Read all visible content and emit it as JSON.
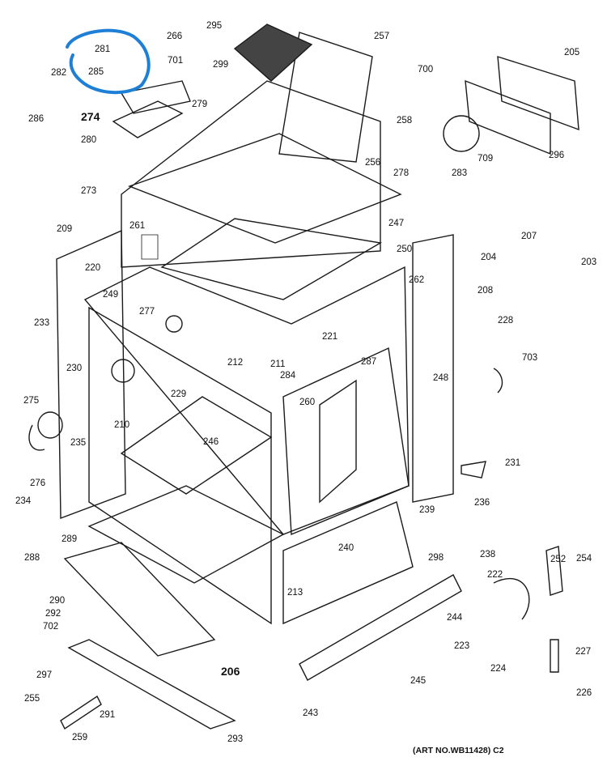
{
  "diagram": {
    "part_labels": [
      "266",
      "295",
      "257",
      "281",
      "701",
      "299",
      "700",
      "205",
      "282",
      "285",
      "286",
      "279",
      "274",
      "280",
      "258",
      "709",
      "296",
      "256",
      "278",
      "283",
      "273",
      "247",
      "209",
      "261",
      "250",
      "207",
      "204",
      "203",
      "220",
      "262",
      "208",
      "249",
      "277",
      "228",
      "233",
      "221",
      "212",
      "211",
      "284",
      "287",
      "703",
      "230",
      "229",
      "248",
      "260",
      "275",
      "235",
      "246",
      "210",
      "231",
      "276",
      "234",
      "236",
      "239",
      "289",
      "240",
      "298",
      "238",
      "288",
      "252",
      "254",
      "290",
      "222",
      "213",
      "244",
      "292",
      "702",
      "223",
      "227",
      "297",
      "206",
      "245",
      "224",
      "255",
      "226",
      "291",
      "243",
      "259",
      "293"
    ],
    "footer": "(ART NO.WB11428) C2",
    "annotation_color": "#1e7fd6"
  }
}
